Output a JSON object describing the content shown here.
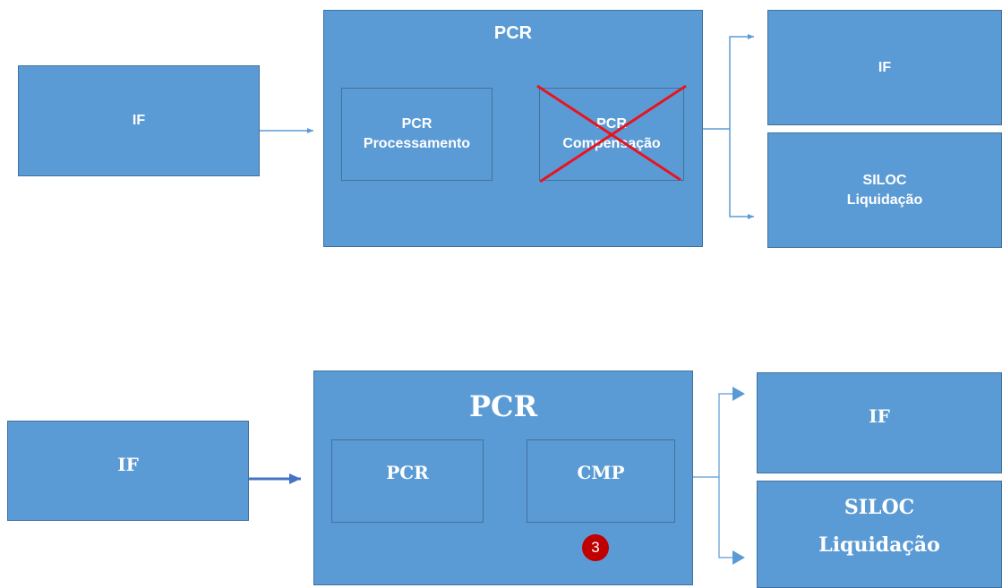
{
  "top": {
    "left_box": "IF",
    "container_title": "PCR",
    "inner_left": [
      "PCR",
      "Processamento"
    ],
    "inner_right": [
      "PCR",
      "Compensação"
    ],
    "right_top": "IF",
    "right_bottom": [
      "SILOC",
      "Liquidação"
    ]
  },
  "bottom": {
    "left_box": "IF",
    "container_title": "PCR",
    "inner_left": "PCR",
    "inner_right": "CMP",
    "badge": "3",
    "right_top": "IF",
    "right_bottom": [
      "SILOC",
      "Liquidação"
    ]
  },
  "colors": {
    "box_fill": "#5b9bd5",
    "box_border": "#41719c",
    "connector": "#5b9bd5",
    "cross": "#e8141f",
    "badge": "#c00000"
  }
}
